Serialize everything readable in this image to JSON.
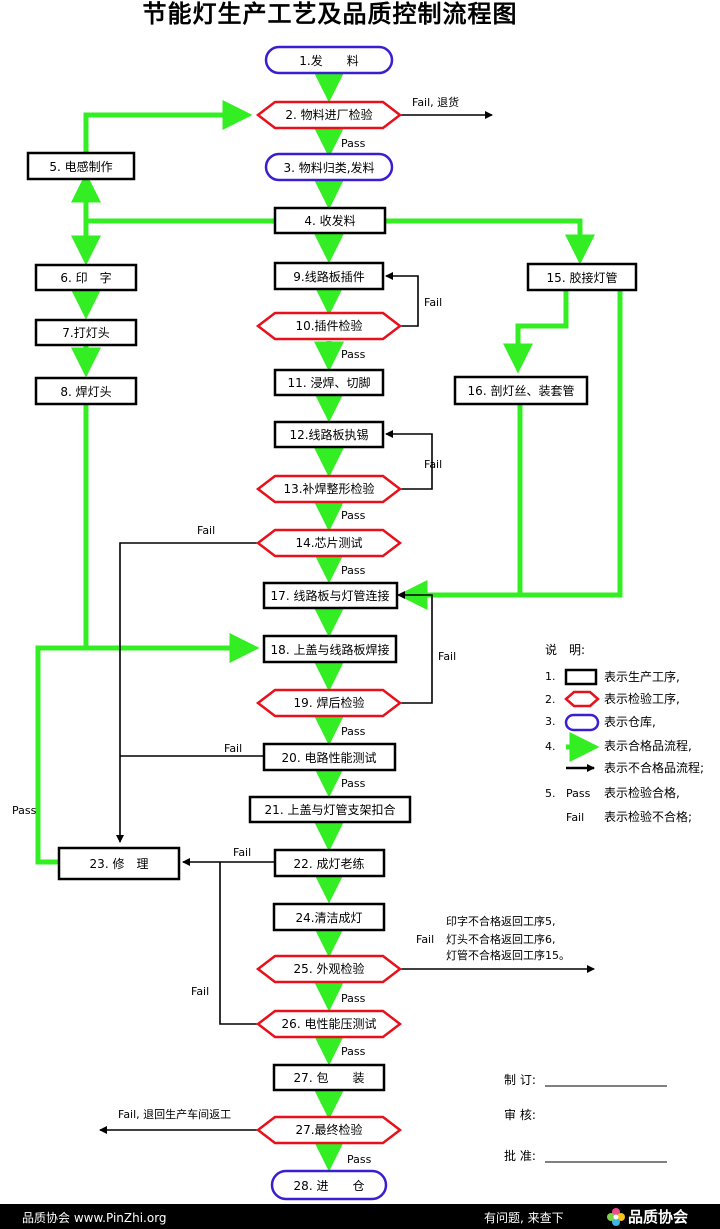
{
  "title": "节能灯生产工艺及品质控制流程图",
  "nodes": {
    "n1": "1.发　　料",
    "n2": "2. 物料进厂检验",
    "n3": "3. 物料归类,发料",
    "n4": "4. 收发料",
    "n5": "5. 电感制作",
    "n6": "6. 印　字",
    "n7": "7.打灯头",
    "n8": "8. 焊灯头",
    "n9": "9.线路板插件",
    "n10": "10.插件检验",
    "n11": "11. 浸焊、切脚",
    "n12": "12.线路板执锡",
    "n13": "13.补焊整形检验",
    "n14": "14.芯片测试",
    "n15": "15. 胶接灯管",
    "n16": "16. 剖灯丝、装套管",
    "n17": "17. 线路板与灯管连接",
    "n18": "18. 上盖与线路板焊接",
    "n19": "19. 焊后检验",
    "n20": "20. 电路性能测试",
    "n21": "21. 上盖与灯管支架扣合",
    "n22": "22. 成灯老练",
    "n23": "23. 修　理",
    "n24": "24.清洁成灯",
    "n25": "25. 外观检验",
    "n26": "26. 电性能压测试",
    "n27": "27. 包　　装",
    "n27b": "27.最终检验",
    "n28": "28. 进　　仓"
  },
  "labels": {
    "fail_return": "Fail, 退货",
    "pass": "Pass",
    "fail": "Fail",
    "fail_note_1": "印字不合格返回工序5,",
    "fail_note_2": "灯头不合格返回工序6,",
    "fail_note_3": "灯管不合格返回工序15。",
    "fail_rework": "Fail, 退回生产车间返工"
  },
  "legend": {
    "heading": "说　明:",
    "items": [
      {
        "num": "1.",
        "text": "表示生产工序,"
      },
      {
        "num": "2.",
        "text": "表示检验工序,"
      },
      {
        "num": "3.",
        "text": "表示仓库,"
      },
      {
        "num": "4.",
        "text": "表示合格品流程,"
      },
      {
        "num": "",
        "text": "表示不合格品流程;"
      },
      {
        "num": "5.",
        "key": "Pass",
        "text": "表示检验合格,"
      },
      {
        "num": "",
        "key": "Fail",
        "text": "表示检验不合格;"
      }
    ]
  },
  "signoff": {
    "draft": "制 订:",
    "review": "审 核:",
    "approve": "批 准:"
  },
  "footer": {
    "left": "品质协会 www.PinZhi.org",
    "right": "有问题, 来查下",
    "logo": "品质协会"
  },
  "colors": {
    "production_border": "#000000",
    "inspection_border": "#e8101a",
    "warehouse_border": "#3a1fd0",
    "pass_flow": "#33ee22",
    "fail_flow": "#000000"
  }
}
